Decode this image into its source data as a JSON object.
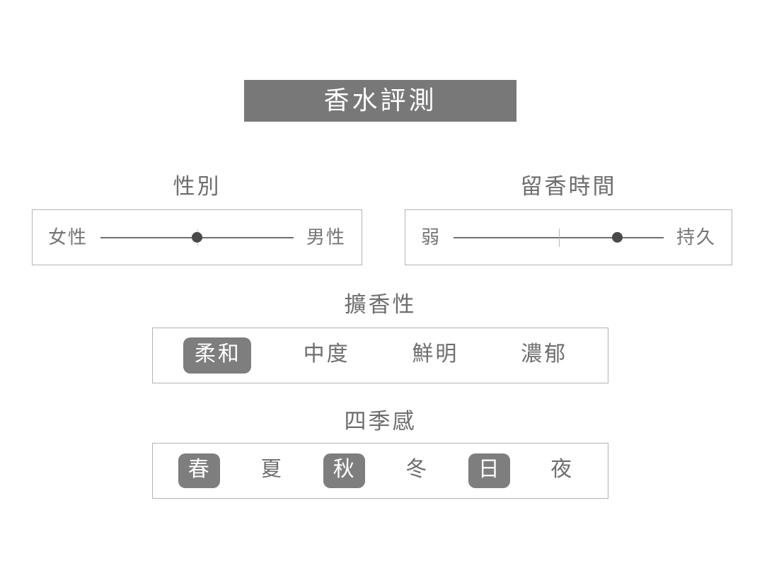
{
  "header": {
    "title": "香水評測",
    "banner_color": "#787878",
    "title_color": "#ffffff"
  },
  "theme": {
    "page_background": "#ffffff",
    "accent_gray": "#7e7e7e",
    "text_gray": "#6e6e6e",
    "border_gray": "#b3b3b3",
    "knob_color": "#4a4a4a"
  },
  "sections": {
    "gender": {
      "label": "性別",
      "left_label": "女性",
      "right_label": "男性",
      "value_percent": 50
    },
    "longevity": {
      "label": "留香時間",
      "left_label": "弱",
      "right_label": "持久",
      "value_percent": 78,
      "midpoint_tick_percent": 50
    },
    "sillage": {
      "label": "擴香性",
      "options": [
        {
          "label": "柔和",
          "selected": true
        },
        {
          "label": "中度",
          "selected": false
        },
        {
          "label": "鮮明",
          "selected": false
        },
        {
          "label": "濃郁",
          "selected": false
        }
      ]
    },
    "season": {
      "label": "四季感",
      "options": [
        {
          "label": "春",
          "selected": true
        },
        {
          "label": "夏",
          "selected": false
        },
        {
          "label": "秋",
          "selected": true
        },
        {
          "label": "冬",
          "selected": false
        },
        {
          "label": "日",
          "selected": true
        },
        {
          "label": "夜",
          "selected": false
        }
      ]
    }
  }
}
